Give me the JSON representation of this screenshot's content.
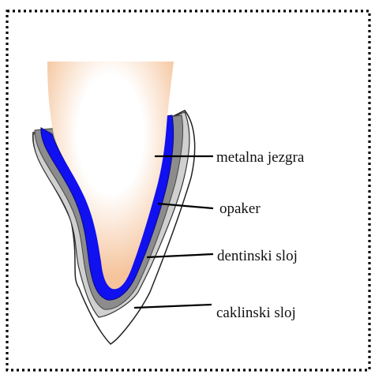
{
  "labels": {
    "metal_core": "metalna jezgra",
    "opaquer": "opaker",
    "dentin_layer": "dentinski sloj",
    "enamel_layer": "caklinski sloj"
  },
  "colors": {
    "tooth_root": "#f5c49c",
    "tooth_highlight": "#ffffff",
    "metal_core": "#1010f0",
    "opaquer": "#8c8c8c",
    "dentin_layer": "#d0d0d0",
    "enamel_layer": "#ffffff",
    "outline": "#222222",
    "frame": "#000000"
  },
  "frame": {
    "style": "dotted"
  }
}
